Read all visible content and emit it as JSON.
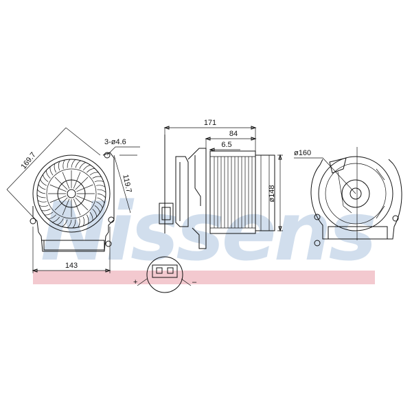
{
  "watermark": {
    "text": "Nissens",
    "color": "#c9d9ea",
    "band_color": "#f3c9cf"
  },
  "dimensions": {
    "width_171": "171",
    "width_84": "84",
    "width_6_5": "6.5",
    "diam_160": "ø160",
    "diam_148": "ø148",
    "diag_169_7": "169.7",
    "side_119_7": "119.7",
    "holes": "3-ø4.6",
    "base_143": "143"
  },
  "connector": {
    "plus": "+",
    "minus": "–"
  }
}
